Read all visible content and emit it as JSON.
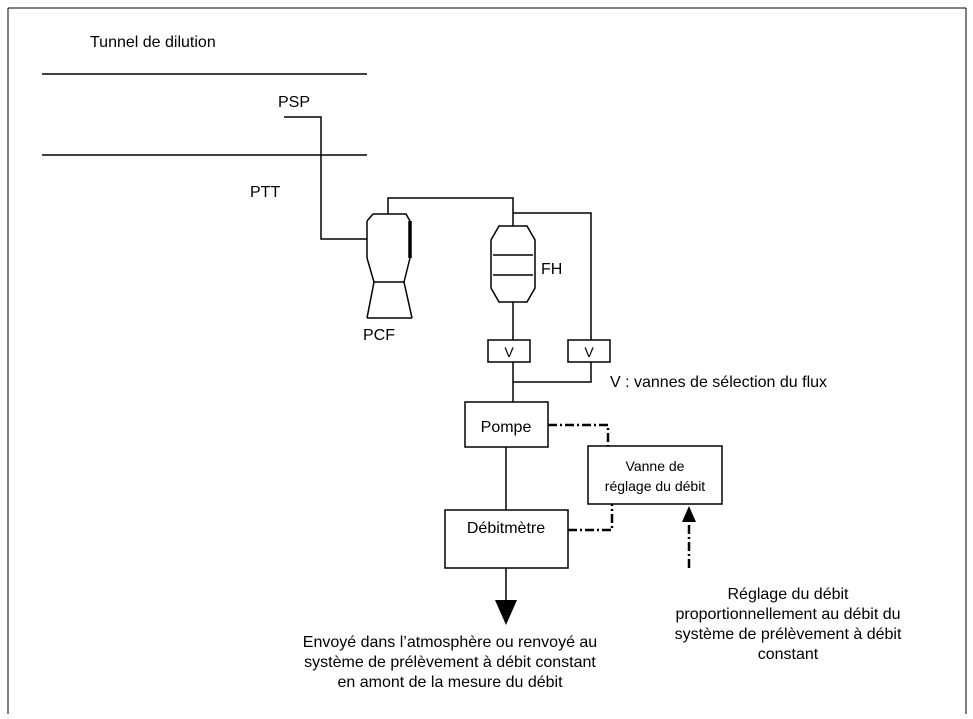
{
  "labels": {
    "tunnel": "Tunnel de dilution",
    "psp": "PSP",
    "ptt": "PTT",
    "pcf": "PCF",
    "fh": "FH",
    "valve_left": "V",
    "valve_right": "V",
    "valve_legend": "V : vannes de sélection du flux",
    "pump": "Pompe",
    "flowmeter": "Débitmètre",
    "flow_valve_line1": "Vanne de",
    "flow_valve_line2": "réglage du débit",
    "exhaust_line1": "Envoyé dans l’atmosphère ou renvoyé au",
    "exhaust_line2": "système de prélèvement à débit constant",
    "exhaust_line3": "en amont de la mesure du débit",
    "adjust_line1": "Réglage du débit",
    "adjust_line2": "proportionnellement au débit du",
    "adjust_line3": "système de prélèvement à débit",
    "adjust_line4": "constant"
  }
}
